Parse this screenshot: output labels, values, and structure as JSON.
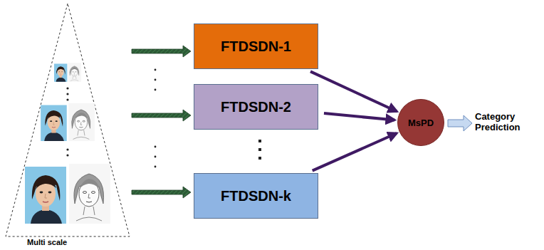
{
  "diagram": {
    "nodes": [
      {
        "text": [
          "FTDSDN-1"
        ]
      },
      {
        "text": [
          "FTDSDN-2"
        ]
      },
      {
        "text": [
          "FTDSDN-k"
        ]
      },
      {
        "text": [
          "MsPD"
        ]
      }
    ],
    "edges": [
      {
        "from": 0,
        "to": 3,
        "arrow": "to"
      },
      {
        "from": 1,
        "to": 3,
        "arrow": "to"
      },
      {
        "from": 2,
        "to": 3,
        "arrow": "to"
      }
    ],
    "labels": [
      "Multi scale",
      "Category Prediction"
    ]
  }
}
